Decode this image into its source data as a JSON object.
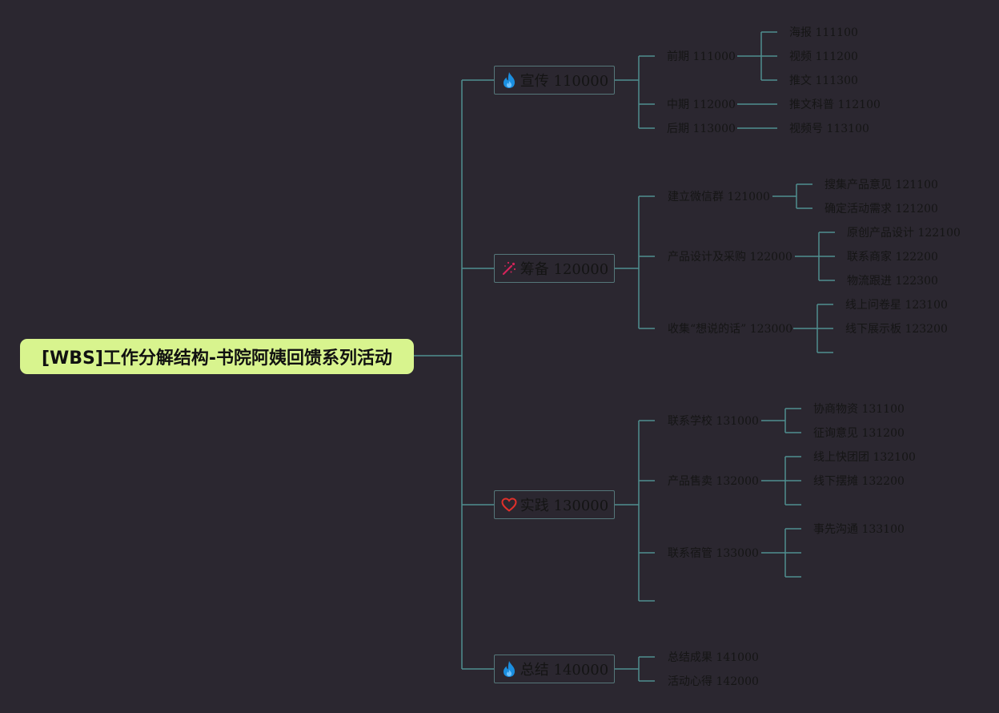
{
  "root": {
    "title": "[WBS]工作分解结构-书院阿姨回馈系列活动"
  },
  "colors": {
    "background": "#2b2730",
    "root_fill": "#d8f48e",
    "line": "#4f8f8f",
    "node_border": "#55777a"
  },
  "branches": [
    {
      "label": "宣传 110000",
      "icon": "flame-icon",
      "icon_color": "#1b8fe0",
      "children": [
        {
          "label": "前期 111000",
          "children": [
            "海报 111100",
            "视频 111200",
            "推文 111300"
          ]
        },
        {
          "label": "中期 112000",
          "children": [
            "推文科普 112100"
          ]
        },
        {
          "label": "后期 113000",
          "children": [
            "视频号 113100"
          ]
        }
      ]
    },
    {
      "label": "筹备 120000",
      "icon": "sparkle-icon",
      "icon_color": "#d4245a",
      "children": [
        {
          "label": "建立微信群 121000",
          "children": [
            "搜集产品意见 121100",
            "确定活动需求 121200"
          ]
        },
        {
          "label": "产品设计及采购 122000",
          "children": [
            "原创产品设计 122100",
            "联系商家 122200",
            "物流跟进 122300"
          ]
        },
        {
          "label": "收集“想说的话” 123000",
          "children": [
            "线上问卷星 123100",
            "线下展示板 123200",
            ""
          ]
        }
      ]
    },
    {
      "label": "实践 130000",
      "icon": "heart-icon",
      "icon_color": "#e0302a",
      "children": [
        {
          "label": "联系学校 131000",
          "children": [
            "协商物资 131100",
            "征询意见 131200"
          ]
        },
        {
          "label": "产品售卖 132000",
          "children": [
            "线上快团团 132100",
            "线下摆摊 132200",
            ""
          ]
        },
        {
          "label": "联系宿管 133000",
          "children": [
            "事先沟通 133100",
            "",
            ""
          ]
        },
        {
          "label": "",
          "children": []
        }
      ]
    },
    {
      "label": "总结 140000",
      "icon": "flame-icon",
      "icon_color": "#1b8fe0",
      "children": [
        {
          "label": "总结成果 141000",
          "children": []
        },
        {
          "label": "活动心得 142000",
          "children": []
        }
      ]
    }
  ]
}
